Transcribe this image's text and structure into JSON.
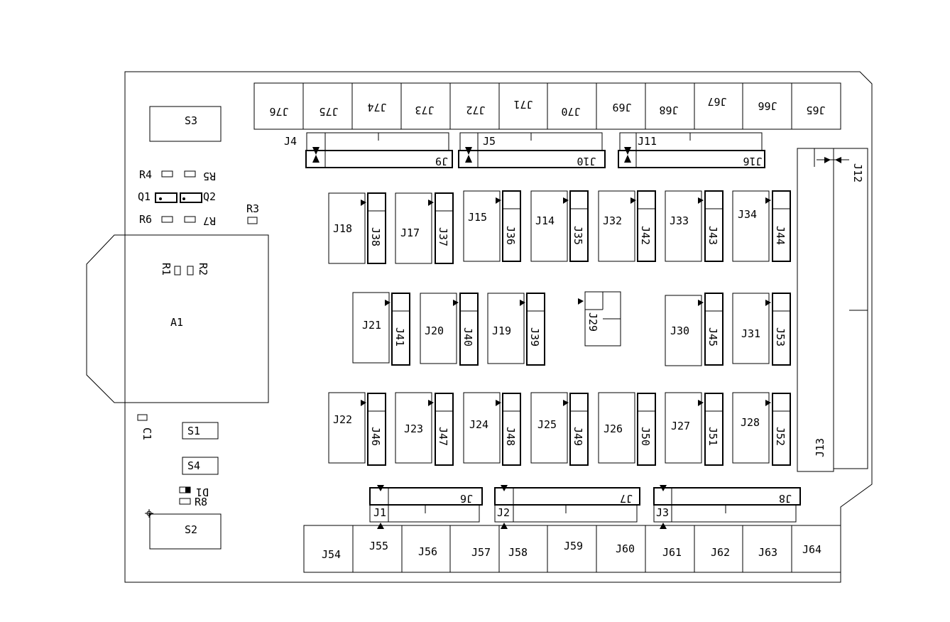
{
  "board": {
    "labels": {
      "s1": "S1",
      "s2": "S2",
      "s3": "S3",
      "s4": "S4",
      "a1": "A1",
      "r1": "R1",
      "r2": "R2",
      "r3": "R3",
      "r4": "R4",
      "r5": "R5",
      "r6": "R6",
      "r7": "R7",
      "r8": "R8",
      "q1": "Q1",
      "q2": "Q2",
      "c1": "C1",
      "d1": "D1",
      "j1": "J1",
      "j2": "J2",
      "j3": "J3",
      "j4": "J4",
      "j5": "J5",
      "j6": "J6",
      "j7": "J7",
      "j8": "J8",
      "j9": "J9",
      "j10": "J10",
      "j11": "J11",
      "j12": "J12",
      "j13": "J13",
      "j16": "J16",
      "j14": "J14",
      "j15": "J15",
      "j17": "J17",
      "j18": "J18",
      "j19": "J19",
      "j20": "J20",
      "j21": "J21",
      "j22": "J22",
      "j23": "J23",
      "j24": "J24",
      "j25": "J25",
      "j26": "J26",
      "j27": "J27",
      "j28": "J28",
      "j29": "J29",
      "j30": "J30",
      "j31": "J31",
      "j32": "J32",
      "j33": "J33",
      "j34": "J34",
      "j35": "J35",
      "j36": "J36",
      "j37": "J37",
      "j38": "J38",
      "j39": "J39",
      "j40": "J40",
      "j41": "J41",
      "j42": "J42",
      "j43": "J43",
      "j44": "J44",
      "j45": "J45",
      "j46": "J46",
      "j47": "J47",
      "j48": "J48",
      "j49": "J49",
      "j50": "J50",
      "j51": "J51",
      "j52": "J52",
      "j53": "J53",
      "j54": "J54",
      "j55": "J55",
      "j56": "J56",
      "j57": "J57",
      "j58": "J58",
      "j59": "J59",
      "j60": "J60",
      "j61": "J61",
      "j62": "J62",
      "j63": "J63",
      "j64": "J64",
      "j65": "J65",
      "j66": "J66",
      "j67": "J67",
      "j68": "J68",
      "j69": "J69",
      "j70": "J70",
      "j71": "J71",
      "j72": "J72",
      "j73": "J73",
      "j74": "J74",
      "j75": "J75",
      "j76": "J76"
    }
  }
}
